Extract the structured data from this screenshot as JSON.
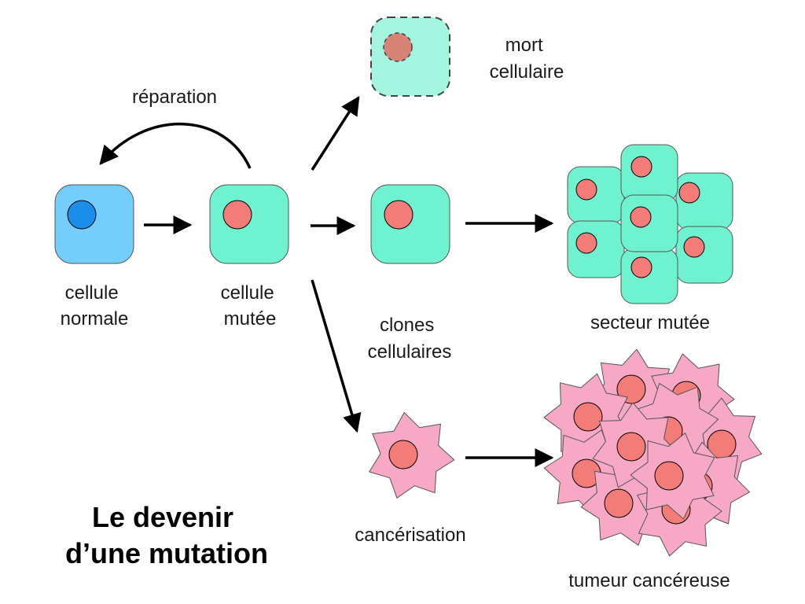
{
  "title": {
    "line1": "Le devenir",
    "line2": "d’une mutation"
  },
  "labels": {
    "normal_cell": [
      "cellule",
      "normale"
    ],
    "mutated_cell": [
      "cellule",
      "mutée"
    ],
    "repair": "réparation",
    "cell_death": [
      "mort",
      "cellulaire"
    ],
    "clones": [
      "clones",
      "cellulaires"
    ],
    "mutated_sector": "secteur mutée",
    "cancerization": "cancérisation",
    "tumor": "tumeur cancéreuse"
  },
  "colors": {
    "normal_cell_fill": "#74cefc",
    "normal_nucleus": "#1a8ee8",
    "mutated_cell_fill": "#6ff2d0",
    "dead_cell_fill": "#a4f5df",
    "mutated_nucleus": "#f47c78",
    "dead_nucleus": "#d78377",
    "cancer_cell_fill": "#f7a8c4",
    "arrow": "#000000"
  },
  "icons": {
    "normal_cell": "rounded-square-cell-blue",
    "mutated_cell": "rounded-square-cell-green",
    "dead_cell": "dashed-rounded-square-cell",
    "cancer_cell": "star-shaped-cell-pink"
  }
}
